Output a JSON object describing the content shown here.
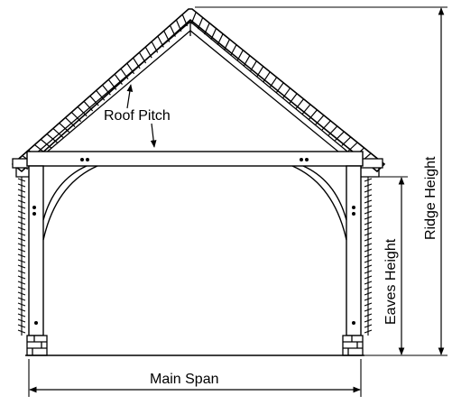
{
  "diagram": {
    "labels": {
      "roof_pitch": "Roof Pitch",
      "main_span": "Main Span",
      "eaves_height": "Eaves Height",
      "ridge_height": "Ridge Height"
    }
  },
  "colors": {
    "line": "#000000",
    "background": "#ffffff"
  }
}
